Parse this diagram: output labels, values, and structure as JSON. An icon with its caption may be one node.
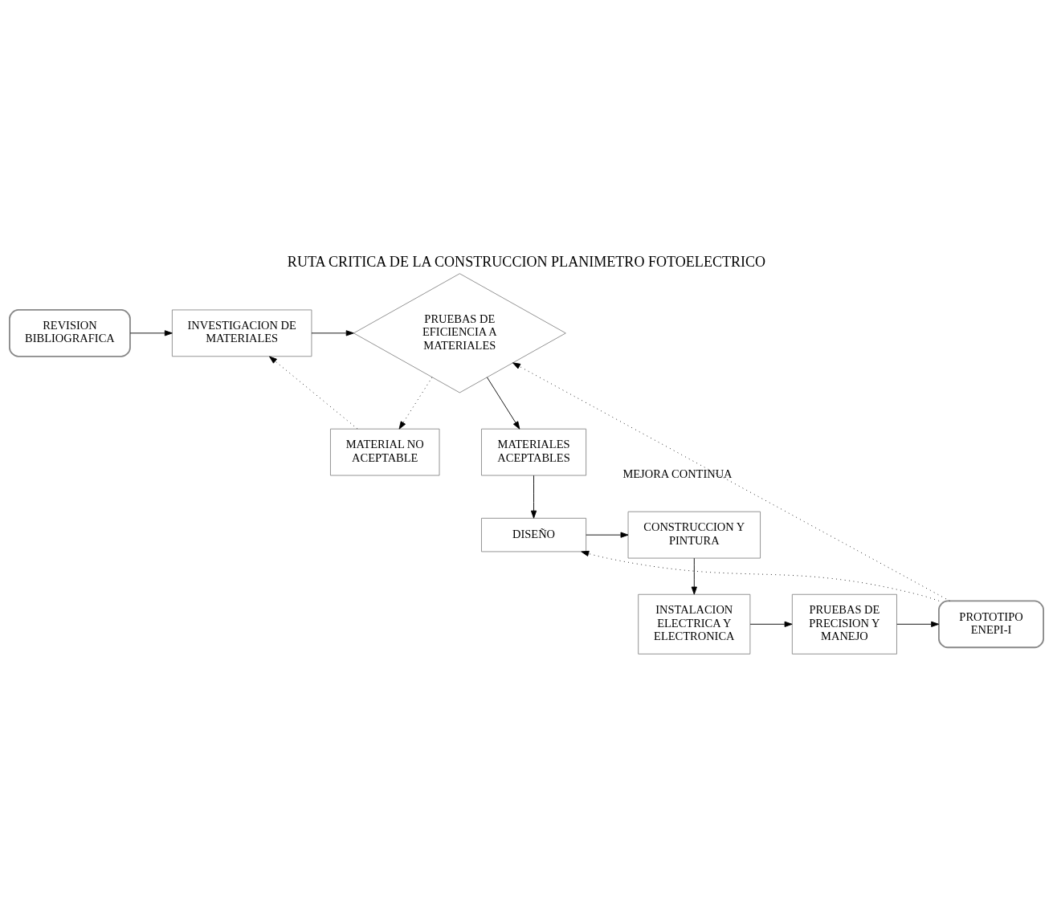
{
  "diagram": {
    "title": "RUTA CRITICA DE LA CONSTRUCCION PLANIMETRO FOTOELECTRICO",
    "nodes": [
      {
        "text": [
          "REVISION BIBLIOGRAFICA"
        ]
      },
      {
        "text": [
          "INVESTIGACION DE MATERIALES"
        ]
      },
      {
        "text": [
          "PRUEBAS DE EFICIENCIA A MATERIALES"
        ]
      },
      {
        "text": [
          "MATERIAL NO ACEPTABLE"
        ]
      },
      {
        "text": [
          "MATERIALES ACEPTABLES"
        ]
      },
      {
        "text": [
          "DISEÑO"
        ]
      },
      {
        "text": [
          "CONSTRUCCION Y PINTURA"
        ]
      },
      {
        "text": [
          "INSTALACION ELECTRICA Y ELECTRONICA"
        ]
      },
      {
        "text": [
          "PRUEBAS DE PRECISION Y MANEJO"
        ]
      },
      {
        "text": [
          "PROTOTIPO",
          "ENEPI-I"
        ]
      }
    ],
    "edges": [
      {
        "from": 0,
        "to": 1,
        "arrow": "to"
      },
      {
        "from": 1,
        "to": 2,
        "arrow": "to"
      },
      {
        "from": 2,
        "to": 4,
        "arrow": "to"
      },
      {
        "from": 2,
        "to": 3,
        "arrow": "to",
        "style": "dashed"
      },
      {
        "from": 3,
        "to": 1,
        "arrow": "to",
        "style": "dashed"
      },
      {
        "from": 4,
        "to": 5,
        "arrow": "to"
      },
      {
        "from": 5,
        "to": 6,
        "arrow": "to"
      },
      {
        "from": 6,
        "to": 7,
        "arrow": "to"
      },
      {
        "from": 7,
        "to": 8,
        "arrow": "to"
      },
      {
        "from": 8,
        "to": 9,
        "arrow": "to"
      },
      {
        "from": 9,
        "to": 5,
        "arrow": "to",
        "style": "dashed"
      },
      {
        "from": 9,
        "to": 2,
        "arrow": "to",
        "style": "dashed",
        "label": "MEJORA CONTINUA"
      }
    ]
  }
}
